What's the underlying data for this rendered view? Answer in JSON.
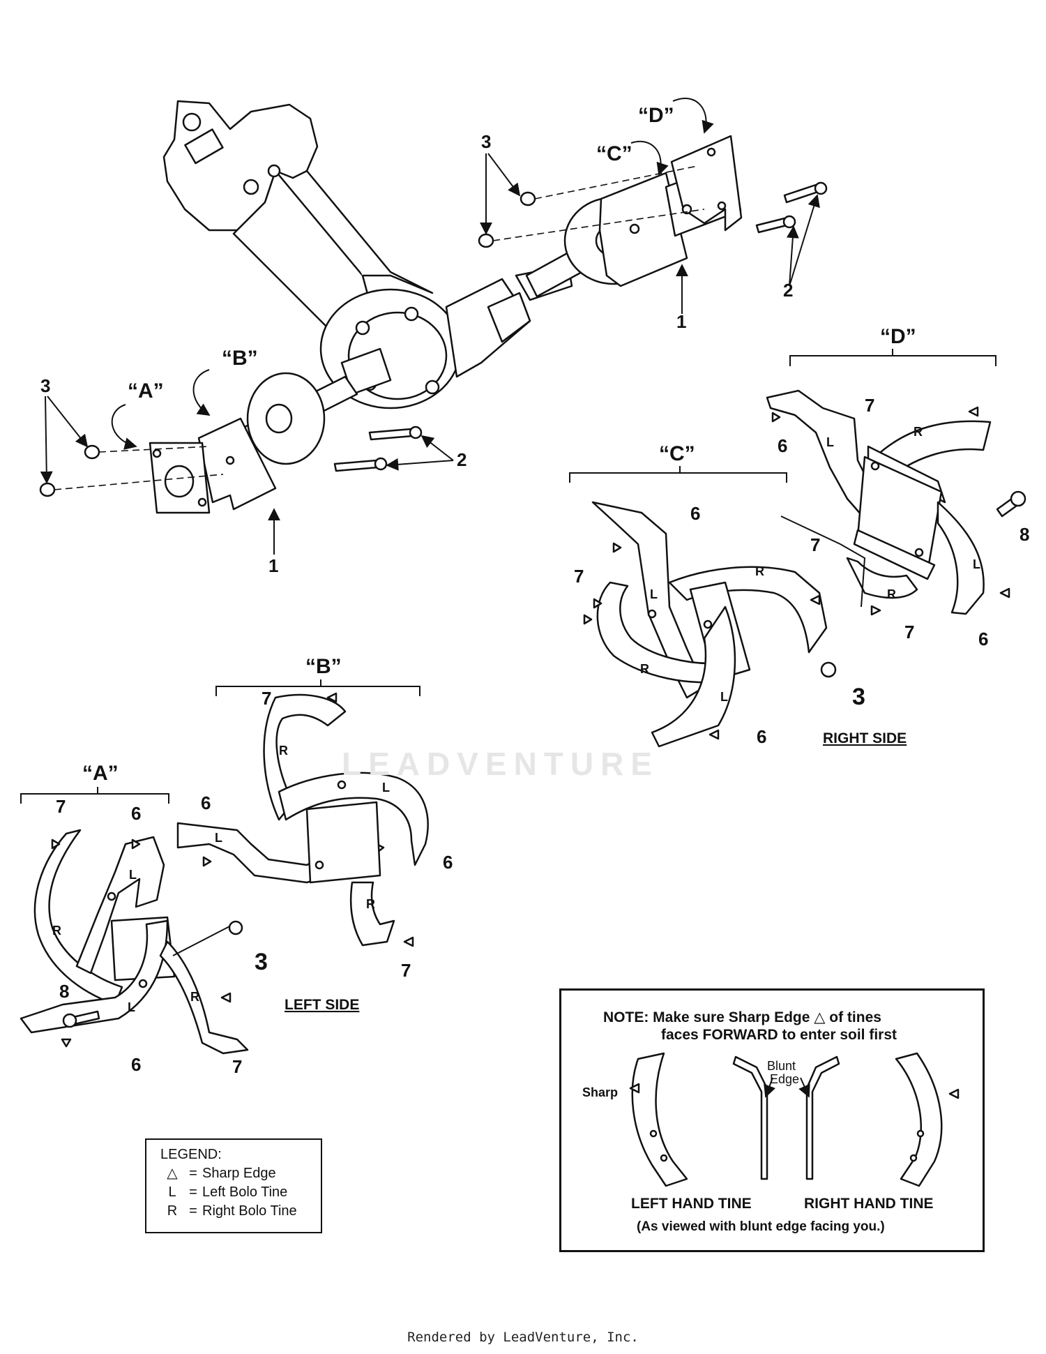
{
  "watermark": "LEADVENTURE",
  "footer": "Rendered by LeadVenture, Inc.",
  "groups": {
    "a": "“A”",
    "b": "“B”",
    "c": "“C”",
    "d": "“D”"
  },
  "callouts": {
    "n1": "1",
    "n2": "2",
    "n3": "3",
    "n6": "6",
    "n7": "7",
    "n8": "8"
  },
  "tine_marks": {
    "left": "L",
    "right": "R"
  },
  "sides": {
    "left": "LEFT SIDE",
    "right": "RIGHT SIDE"
  },
  "legend": {
    "title": "LEGEND:",
    "rows": [
      {
        "key": "△",
        "eq": "=",
        "text": "Sharp Edge"
      },
      {
        "key": "L",
        "eq": "=",
        "text": "Left Bolo Tine"
      },
      {
        "key": "R",
        "eq": "=",
        "text": "Right Bolo Tine"
      }
    ]
  },
  "note": {
    "label": "NOTE:",
    "line1_a": "Make sure Sharp Edge",
    "triangle": "△",
    "line1_b": "of tines",
    "line2": "faces FORWARD to enter soil first",
    "sharp": "Sharp",
    "blunt_1": "Blunt",
    "blunt_2": "Edge",
    "left_hand": "LEFT HAND TINE",
    "right_hand": "RIGHT HAND TINE",
    "viewed": "(As viewed with blunt edge facing you.)"
  }
}
